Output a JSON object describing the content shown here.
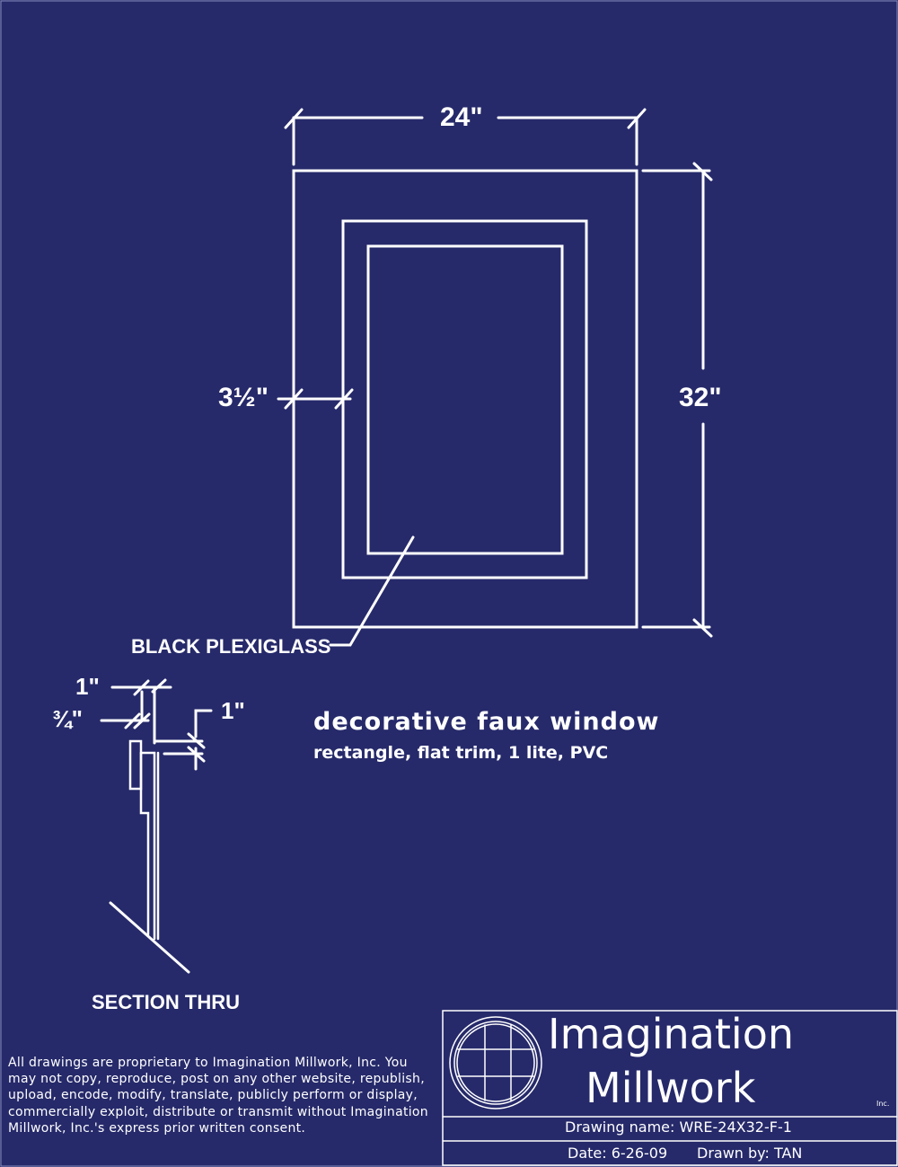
{
  "dimensions": {
    "width": "24\"",
    "height": "32\"",
    "trim": "3½\"",
    "section_top": "1\"",
    "section_three_quarter": "¾\"",
    "section_right": "1\""
  },
  "callouts": {
    "plexiglass": "BLACK PLEXIGLASS",
    "section": "SECTION THRU"
  },
  "description": {
    "title": "decorative faux window",
    "subtitle": "rectangle, flat trim, 1 lite, PVC"
  },
  "legal": "All drawings are proprietary to Imagination Millwork, Inc. You may not copy, reproduce, post on any other website, republish, upload, encode, modify, translate, publicly perform or display, commercially exploit, distribute or transmit without Imagination Millwork, Inc.'s express prior written consent.",
  "title_block": {
    "company_line1": "Imagination",
    "company_line2": "Millwork",
    "company_suffix": "Inc.",
    "drawing_name": "Drawing name:  WRE-24X32-F-1",
    "date": "Date: 6-26-09",
    "drawn_by": "Drawn by:  TAN"
  },
  "colors": {
    "background": "#262a6a",
    "line": "#ffffff"
  }
}
